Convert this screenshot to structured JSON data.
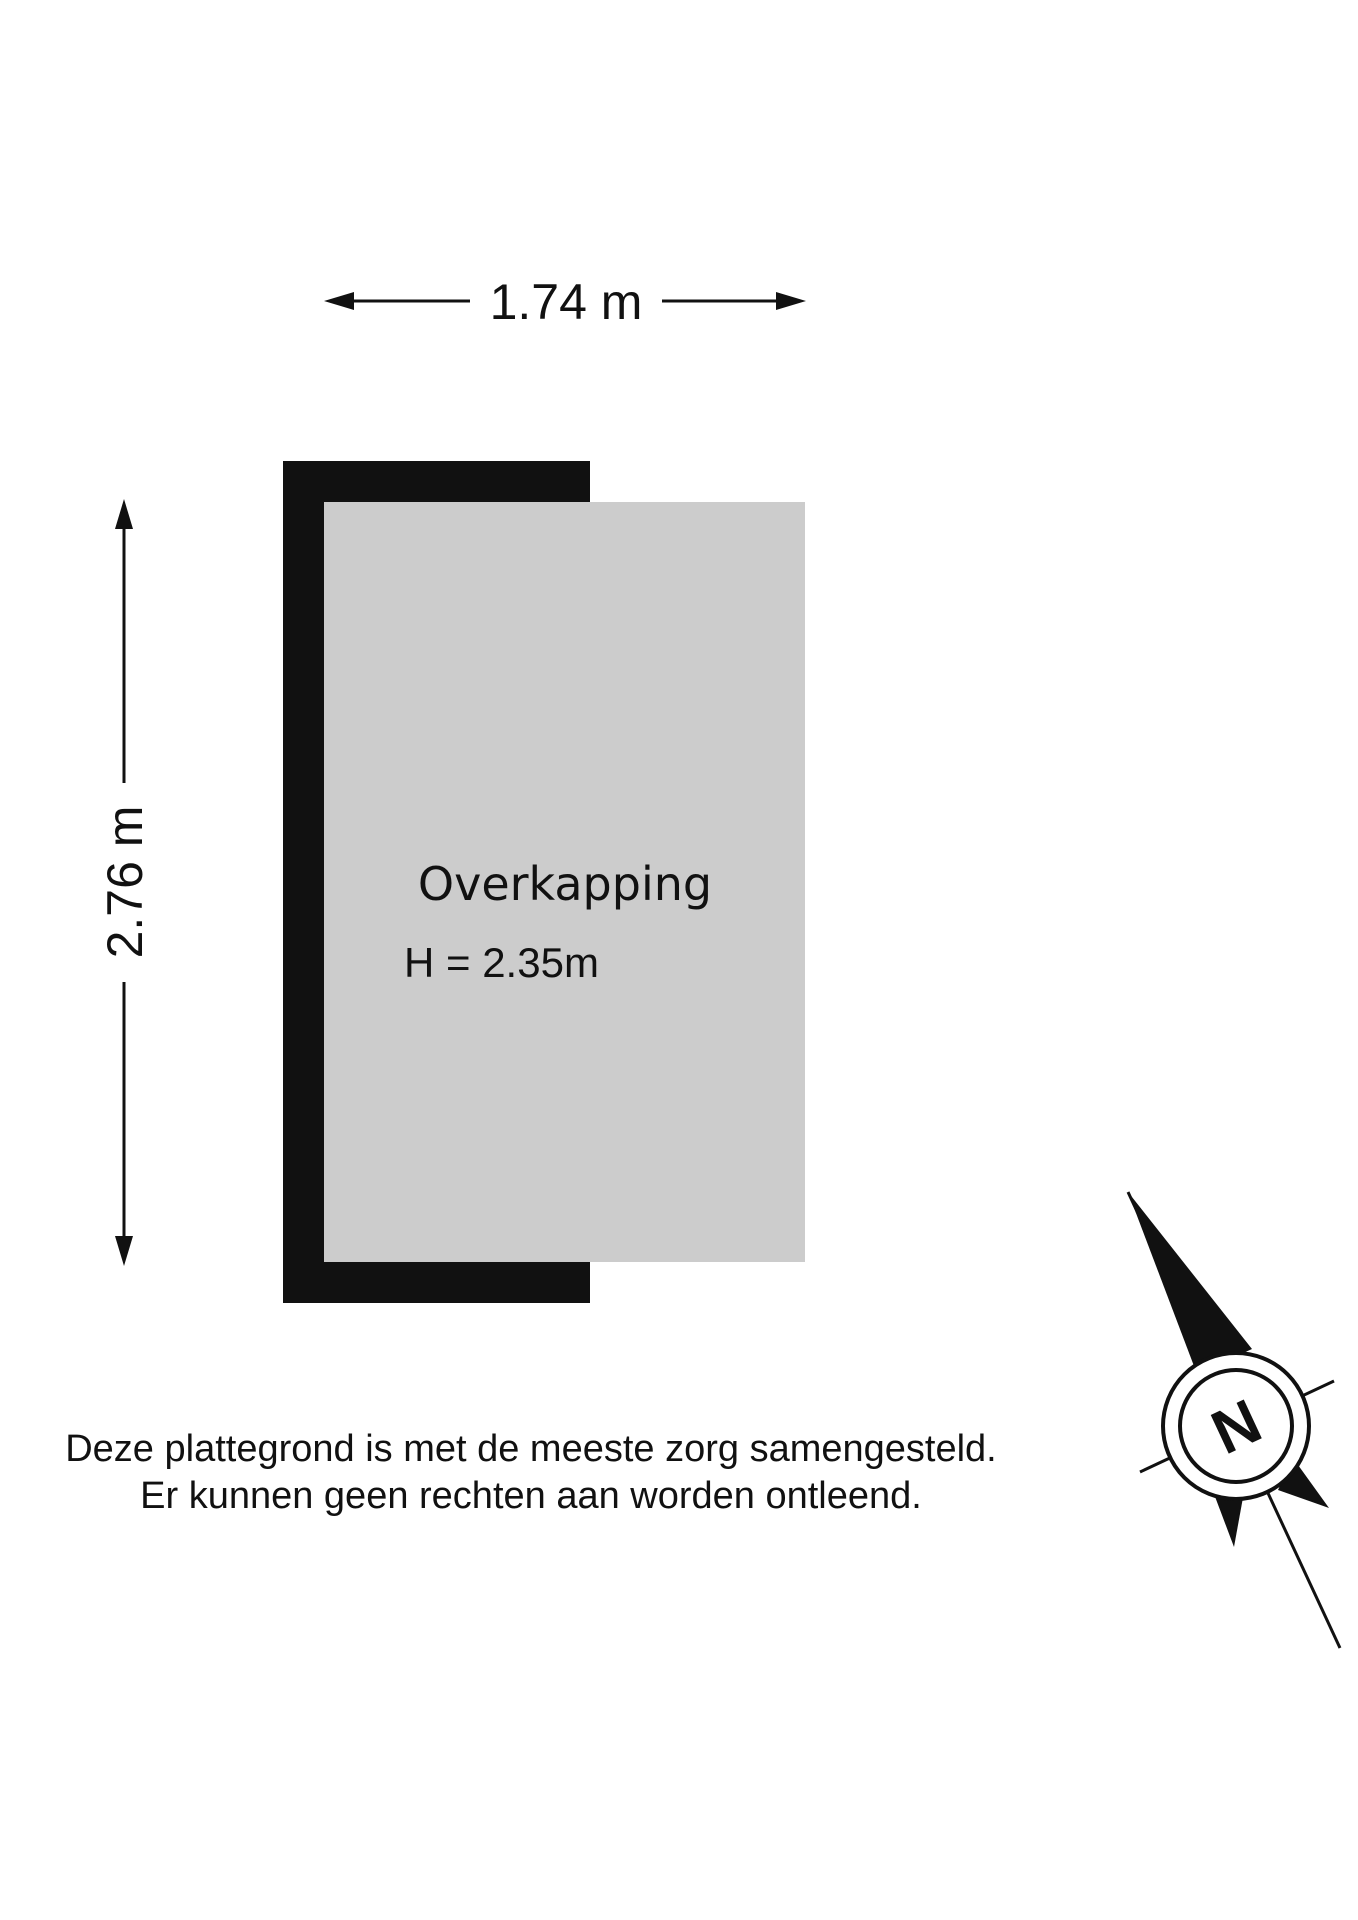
{
  "dimensions": {
    "width_label": "1.74 m",
    "length_label": "2.76 m"
  },
  "room": {
    "name": "Overkapping",
    "height_label": "H = 2.35m"
  },
  "compass": {
    "letter": "N"
  },
  "disclaimer": {
    "line1": "Deze plattegrond is met de meeste zorg samengesteld.",
    "line2": "Er kunnen geen rechten aan worden ontleend."
  },
  "colors": {
    "floor": "#cccccc",
    "wall": "#111111",
    "background": "#ffffff"
  }
}
